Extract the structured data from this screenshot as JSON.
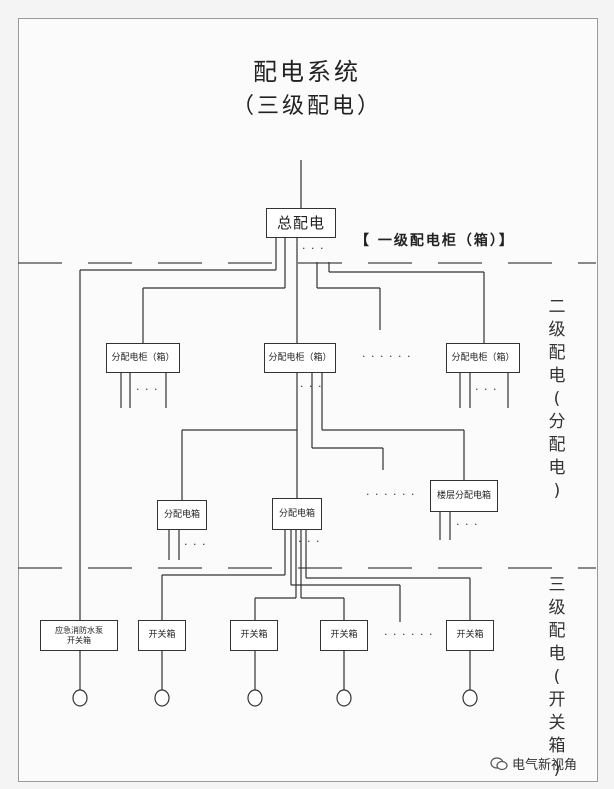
{
  "title": {
    "line1": "配电系统",
    "line2": "（三级配电）"
  },
  "level1": {
    "box": "总配电",
    "label": "【 一级配电柜（箱）】"
  },
  "level2": {
    "label": "二\n级\n配\n电\n(\n分\n配\n电\n)",
    "cabinet_left": "分配电柜（箱）",
    "cabinet_mid": "分配电柜（箱）",
    "cabinet_right": "分配电柜（箱）",
    "box_a": "分配电箱",
    "box_b": "分配电箱",
    "box_floor": "楼层分配电箱"
  },
  "level3": {
    "label": "三\n级\n配\n电\n(\n开\n关\n箱\n)",
    "fire_pump": "应急消防水泵\n开关箱",
    "switch1": "开关箱",
    "switch2": "开关箱",
    "switch3": "开关箱",
    "switch4": "开关箱"
  },
  "ellipsis": {
    "dots3": "· · ·",
    "dots6": "· · · · · ·"
  },
  "watermark": "电气新视角"
}
